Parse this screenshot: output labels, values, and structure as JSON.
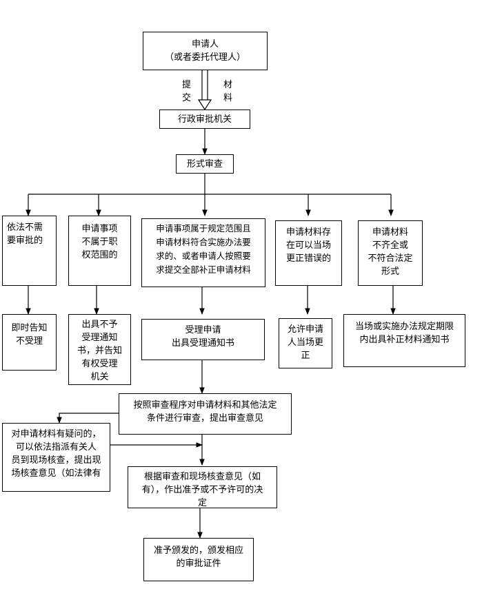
{
  "nodes": {
    "applicant": [
      "申请人",
      "（或者委托代理人）"
    ],
    "submit_label": [
      "提",
      "交"
    ],
    "materials_label": [
      "材",
      "料"
    ],
    "agency": [
      "行政审批机关"
    ],
    "formal_review": [
      "形式审查"
    ],
    "no_approval_needed": [
      "依法不需",
      "要审批的"
    ],
    "out_of_scope": [
      "申请事项",
      "不属于职",
      "权范围的"
    ],
    "in_scope_complete": [
      "申请事项属于规定范围且",
      "申请材料符合实施办法要",
      "求的、或者申请人按照要",
      "求提交全部补正申请材料"
    ],
    "correctable_errors": [
      "申请材料存",
      "在可以当场",
      "更正错误的"
    ],
    "incomplete": [
      "申请材料",
      "不齐全或",
      "不符合法定",
      "形式"
    ],
    "notify_not_accepted": [
      "即时告知",
      "不受理"
    ],
    "reject_notice": [
      "出具不予",
      "受理通知",
      "书，并告知",
      "有权受理",
      "机关"
    ],
    "accept": [
      "受理申请",
      "出具受理通知书"
    ],
    "allow_correction": [
      "允许申请",
      "人当场更",
      "正"
    ],
    "supplement_notice": [
      "当场或实施办法规定期限",
      "内出具补正材料通知书"
    ],
    "review": [
      "按照审查程序对申请材料和其他法定",
      "条件进行审查，提出审查意见"
    ],
    "onsite_check": [
      "对申请材料有疑问的，",
      "可以依法指派有关人",
      "员到现场核查，提出现",
      "场核查意见（如法律有"
    ],
    "decision": [
      "根据审查和现场核查意见（如",
      "有），作出准予或不予许可的决",
      "定"
    ],
    "issue_certificate": [
      "准予颁发的，颁发相应",
      "的审批证件"
    ]
  }
}
